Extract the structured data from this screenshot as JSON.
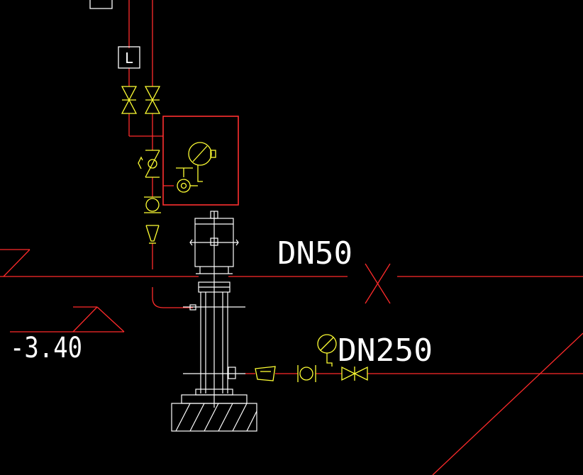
{
  "labels": {
    "pipe_small": "DN50",
    "pipe_large": "DN250",
    "level": "-3.40",
    "level_switch": "L"
  },
  "colors": {
    "background": "#000000",
    "pipe": "#ff2b2b",
    "fitting": "#ffff33",
    "equipment": "#ffffff",
    "highlight": "#ff3030"
  },
  "icons": [
    "gate-valve-icon",
    "check-valve-icon",
    "pressure-gauge-icon",
    "flexible-joint-icon",
    "pump-icon",
    "level-switch-icon",
    "break-mark-icon"
  ]
}
